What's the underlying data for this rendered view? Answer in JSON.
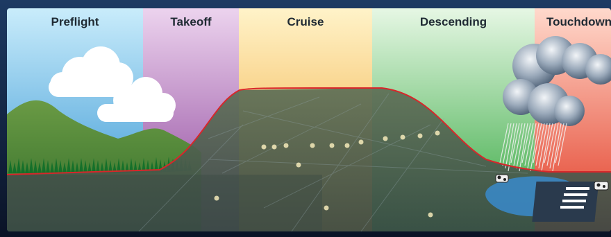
{
  "phases": [
    {
      "label": "Preflight",
      "color": "#9ad3ee"
    },
    {
      "label": "Takeoff",
      "color": "#c690c8"
    },
    {
      "label": "Cruise",
      "color": "#f6c66a"
    },
    {
      "label": "Descending",
      "color": "#7fd083"
    },
    {
      "label": "Touchdown",
      "color": "#f08066"
    }
  ],
  "colors": {
    "flight_path": "#d8262a",
    "frame_background": "#0d1b33",
    "mountains": "#4e8f3a",
    "forest": "#1f7a2e",
    "storm_cloud": "#6b7f96",
    "water": "#3a87c4"
  },
  "icons": [
    "cloud-icon",
    "mountain-icon",
    "forest-icon",
    "storm-cloud-icon",
    "rain-icon",
    "lake-icon",
    "runway-icon",
    "cow-icon"
  ]
}
